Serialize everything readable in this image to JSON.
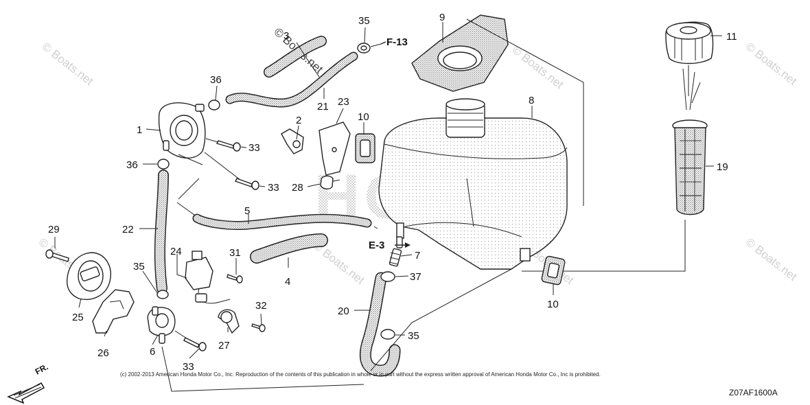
{
  "callouts": [
    "1",
    "2",
    "3",
    "4",
    "5",
    "6",
    "7",
    "8",
    "9",
    "10",
    "10",
    "11",
    "19",
    "20",
    "21",
    "22",
    "23",
    "24",
    "25",
    "26",
    "27",
    "28",
    "29",
    "31",
    "32",
    "33",
    "33",
    "33",
    "35",
    "35",
    "35",
    "36",
    "36",
    "37"
  ],
  "refs": [
    "F-13",
    "E-3"
  ],
  "watermark": "© Boats.net",
  "brand_watermark": "HONDA",
  "copyright": "(c) 2002-2013 American Honda Motor Co., Inc. Reproduction of the contents of this publication in whole or in part without the express written approval of American Honda Motor Co., Inc is prohibited.",
  "diagram_code": "Z07AF1600A",
  "direction_label": "FR."
}
